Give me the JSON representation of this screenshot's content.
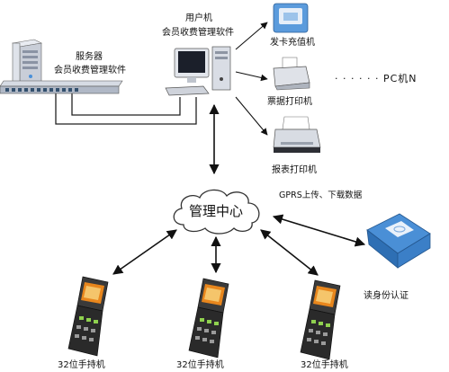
{
  "labels": {
    "server": "服务器",
    "server_software": "会员收费管理软件",
    "user_pc": "用户机",
    "user_pc_software": "会员收费管理软件",
    "card_writer": "发卡充值机",
    "receipt_printer": "票据打印机",
    "report_printer": "报表打印机",
    "pc_n": "· · · · · · PC机N",
    "center": "管理中心",
    "gprs": "GPRS上传、下载数据",
    "id_reader": "读身份认证",
    "handheld_1": "32位手持机",
    "handheld_2": "32位手持机",
    "handheld_3": "32位手持机"
  },
  "icons": {
    "server": "server-tower-icon",
    "network_switch": "network-switch-icon",
    "user_pc": "desktop-computer-icon",
    "card_writer": "card-reader-icon",
    "receipt_printer": "receipt-printer-icon",
    "report_printer": "inkjet-printer-icon",
    "center": "cloud-icon",
    "id_reader": "id-card-reader-icon",
    "handheld": "handheld-terminal-icon"
  },
  "colors": {
    "arrow": "#111111",
    "cable": "#222222",
    "device_body": "#2a2a2a",
    "device_screen": "#e8861c",
    "reader_blue": "#3a7fcf"
  }
}
